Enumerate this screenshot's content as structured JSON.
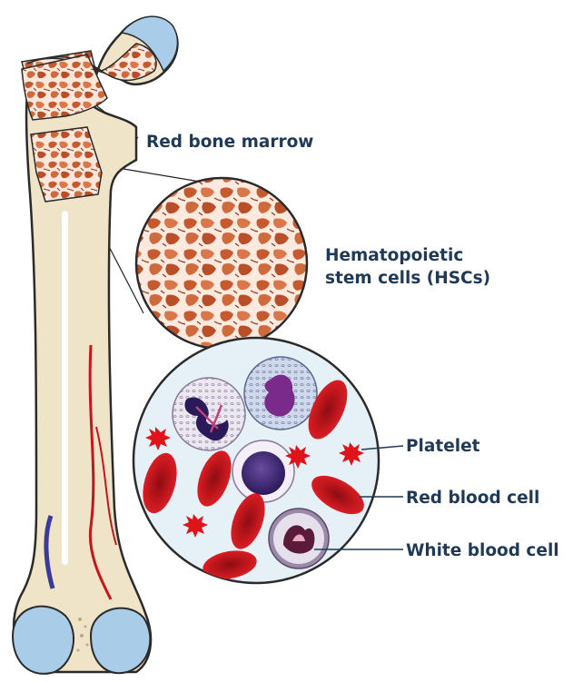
{
  "labels": {
    "red_bone_marrow": "Red bone marrow",
    "hsc_line1": "Hematopoietic",
    "hsc_line2": "stem cells (HSCs)",
    "platelet": "Platelet",
    "red_blood_cell": "Red blood cell",
    "white_blood_cell": "White blood cell"
  },
  "colors": {
    "label_text": "#1f3a57",
    "bone": "#efe3c8",
    "bone_outline": "#2b2b2b",
    "marrow": "#c65a2e",
    "marrow_light": "#fbe7dc",
    "cartilage": "#a9cde8",
    "red_cell": "#c8151b",
    "platelet": "#e0121a",
    "white_cell_nucleus": "#3a2a6e",
    "plasma_background": "#e6f0f7",
    "vein": "#3a3a9a",
    "artery": "#c8151b"
  }
}
